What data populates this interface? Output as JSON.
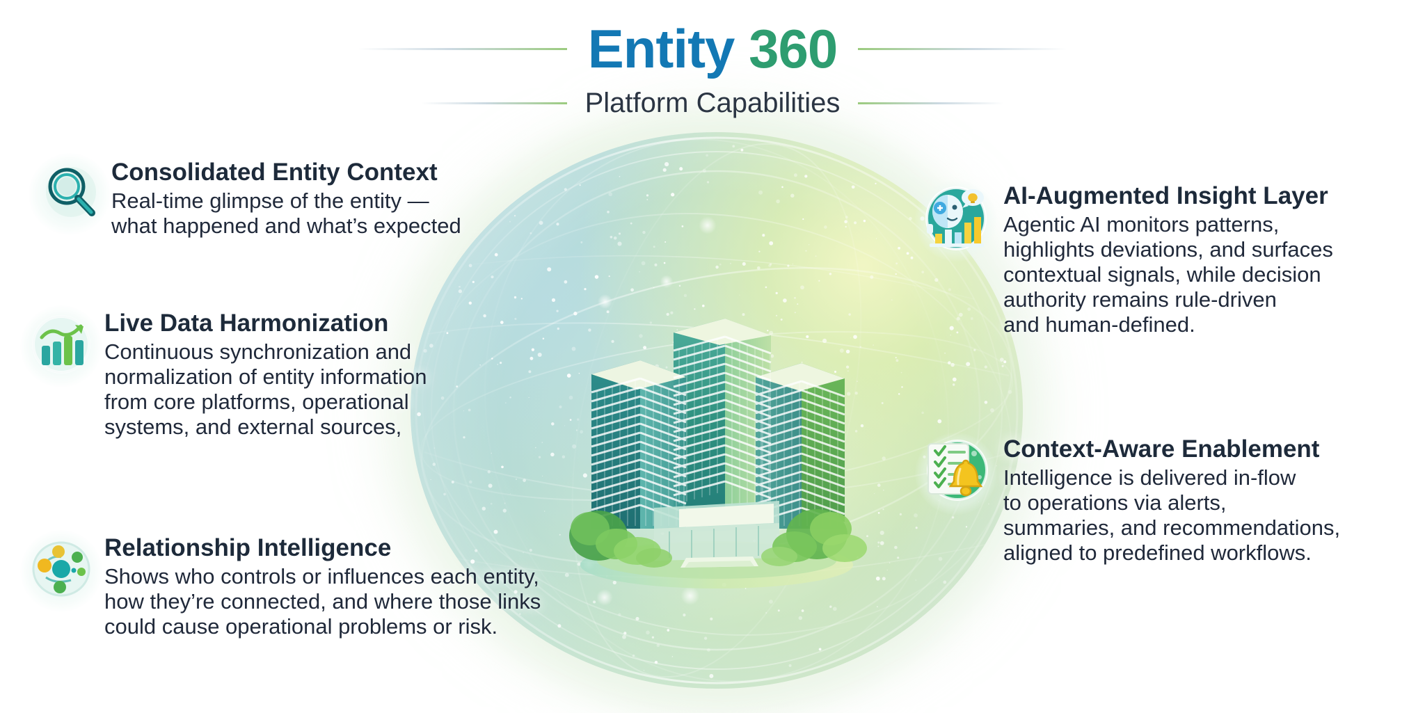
{
  "header": {
    "title_part1": "Entity",
    "title_part2": "360",
    "subtitle": "Platform Capabilities"
  },
  "colors": {
    "title_blue": "#1378b4",
    "title_green": "#2e9d70",
    "body_text": "#20293a",
    "heading_text": "#1d2a3a",
    "accent_teal": "#2aa6a0",
    "accent_green": "#6cc24a",
    "accent_yellow": "#f2c12e",
    "background": "#ffffff"
  },
  "features": {
    "left": [
      {
        "icon": "magnifier-icon",
        "heading": "Consolidated Entity Context",
        "lines": [
          "Real-time glimpse of the entity —",
          "what happened and what’s expected"
        ]
      },
      {
        "icon": "bar-chart-growth-icon",
        "heading": "Live Data Harmonization",
        "lines": [
          "Continuous synchronization and",
          "normalization of entity information",
          "from core platforms, operational",
          "systems, and external sources,"
        ]
      },
      {
        "icon": "network-nodes-icon",
        "heading": "Relationship Intelligence",
        "lines": [
          "Shows who controls or influences each entity,",
          "how they’re connected, and where those links",
          "could cause operational problems or risk."
        ]
      }
    ],
    "right": [
      {
        "icon": "ai-robot-analytics-icon",
        "heading": "AI-Augmented Insight Layer",
        "lines": [
          "Agentic AI monitors patterns,",
          "highlights deviations, and surfaces",
          "contextual signals, while decision",
          "authority remains rule-driven",
          "and human-defined."
        ]
      },
      {
        "icon": "checklist-bell-icon",
        "heading": "Context-Aware Enablement",
        "lines": [
          "Intelligence is delivered in-flow",
          "to operations via alerts,",
          "summaries, and recommendations,",
          "aligned to predefined workflows."
        ]
      }
    ]
  },
  "center_illustration": {
    "name": "corporate-tower-sphere-illustration",
    "description": "Glowing sphere containing a multi-tower office building with trees"
  }
}
